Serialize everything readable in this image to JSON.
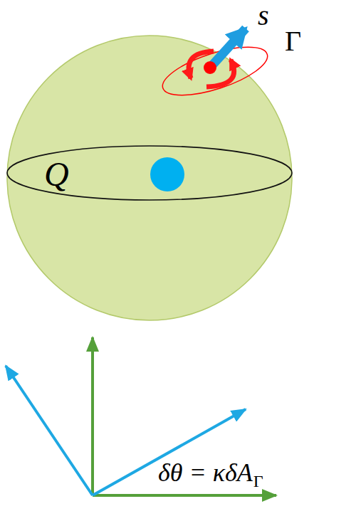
{
  "diagram": {
    "labels": [
      "s",
      "Γ",
      "Q",
      "δθ = κδA",
      "Γ"
    ]
  }
}
